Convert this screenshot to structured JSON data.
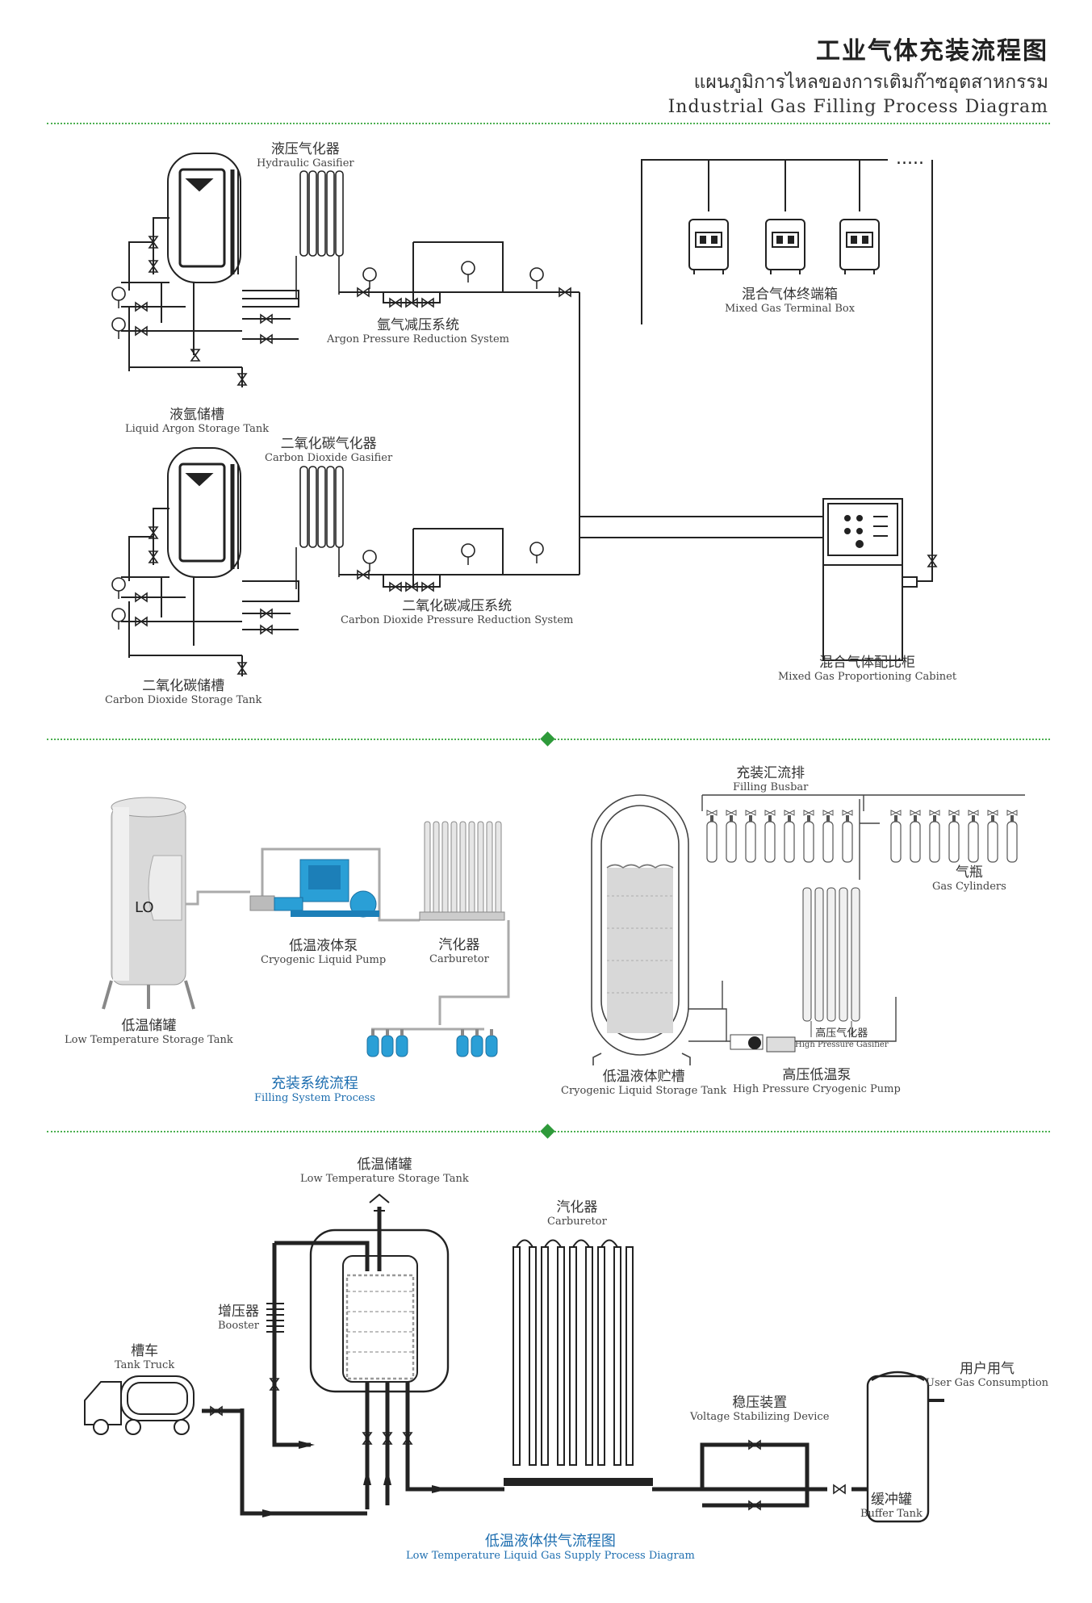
{
  "header": {
    "title_zh": "工业气体充装流程图",
    "title_th": "แผนภูมิการไหลของการเติมก๊าซอุตสาหกรรม",
    "title_en": "Industrial Gas Filling Process Diagram"
  },
  "section1": {
    "hydraulic_gasifier": {
      "zh": "液压气化器",
      "en": "Hydraulic Gasifier"
    },
    "argon_reduction": {
      "zh": "氩气减压系统",
      "en": "Argon Pressure Reduction System"
    },
    "terminal_box": {
      "zh": "混合气体终端箱",
      "en": "Mixed Gas Terminal Box"
    },
    "argon_tank": {
      "zh": "液氩储槽",
      "en": "Liquid Argon Storage Tank"
    },
    "co2_gasifier": {
      "zh": "二氧化碳气化器",
      "en": "Carbon Dioxide Gasifier"
    },
    "co2_reduction": {
      "zh": "二氧化碳减压系统",
      "en": "Carbon Dioxide Pressure Reduction System"
    },
    "proportioning": {
      "zh": "混合气体配比柜",
      "en": "Mixed Gas Proportioning Cabinet"
    },
    "co2_tank": {
      "zh": "二氧化碳储槽",
      "en": "Carbon Dioxide Storage Tank"
    },
    "continuation": "....."
  },
  "section2": {
    "filling_busbar": {
      "zh": "充装汇流排",
      "en": "Filling Busbar"
    },
    "gas_cylinders": {
      "zh": "气瓶",
      "en": "Gas Cylinders"
    },
    "cryo_pump": {
      "zh": "低温液体泵",
      "en": "Cryogenic Liquid Pump"
    },
    "carburetor": {
      "zh": "汽化器",
      "en": "Carburetor"
    },
    "lt_tank": {
      "zh": "低温储罐",
      "en": "Low Temperature Storage Tank"
    },
    "hp_gasifier": {
      "zh": "高压气化器",
      "en": "High Pressure Gasifier"
    },
    "filling_process": {
      "zh": "充装系统流程",
      "en": "Filling System Process"
    },
    "cryo_storage": {
      "zh": "低温液体贮槽",
      "en": "Cryogenic Liquid Storage Tank"
    },
    "hp_pump": {
      "zh": "高压低温泵",
      "en": "High Pressure Cryogenic Pump"
    },
    "tank_logo": "LO"
  },
  "section3": {
    "lt_tank": {
      "zh": "低温储罐",
      "en": "Low Temperature Storage Tank"
    },
    "carburetor": {
      "zh": "汽化器",
      "en": "Carburetor"
    },
    "booster": {
      "zh": "增压器",
      "en": "Booster"
    },
    "tank_truck": {
      "zh": "槽车",
      "en": "Tank Truck"
    },
    "user_gas": {
      "zh": "用户用气",
      "en": "User Gas Consumption"
    },
    "stabilizer": {
      "zh": "稳压装置",
      "en": "Voltage Stabilizing Device"
    },
    "buffer": {
      "zh": "缓冲罐",
      "en": "Buffer Tank"
    },
    "supply_process": {
      "zh": "低温液体供气流程图",
      "en": "Low Temperature Liquid Gas Supply Process Diagram"
    }
  },
  "colors": {
    "divider": "#4caf50",
    "diamond": "#2e9a3a",
    "caption_blue": "#1f6fb0",
    "line": "#222222",
    "pump_blue": "#2a9fd6"
  }
}
